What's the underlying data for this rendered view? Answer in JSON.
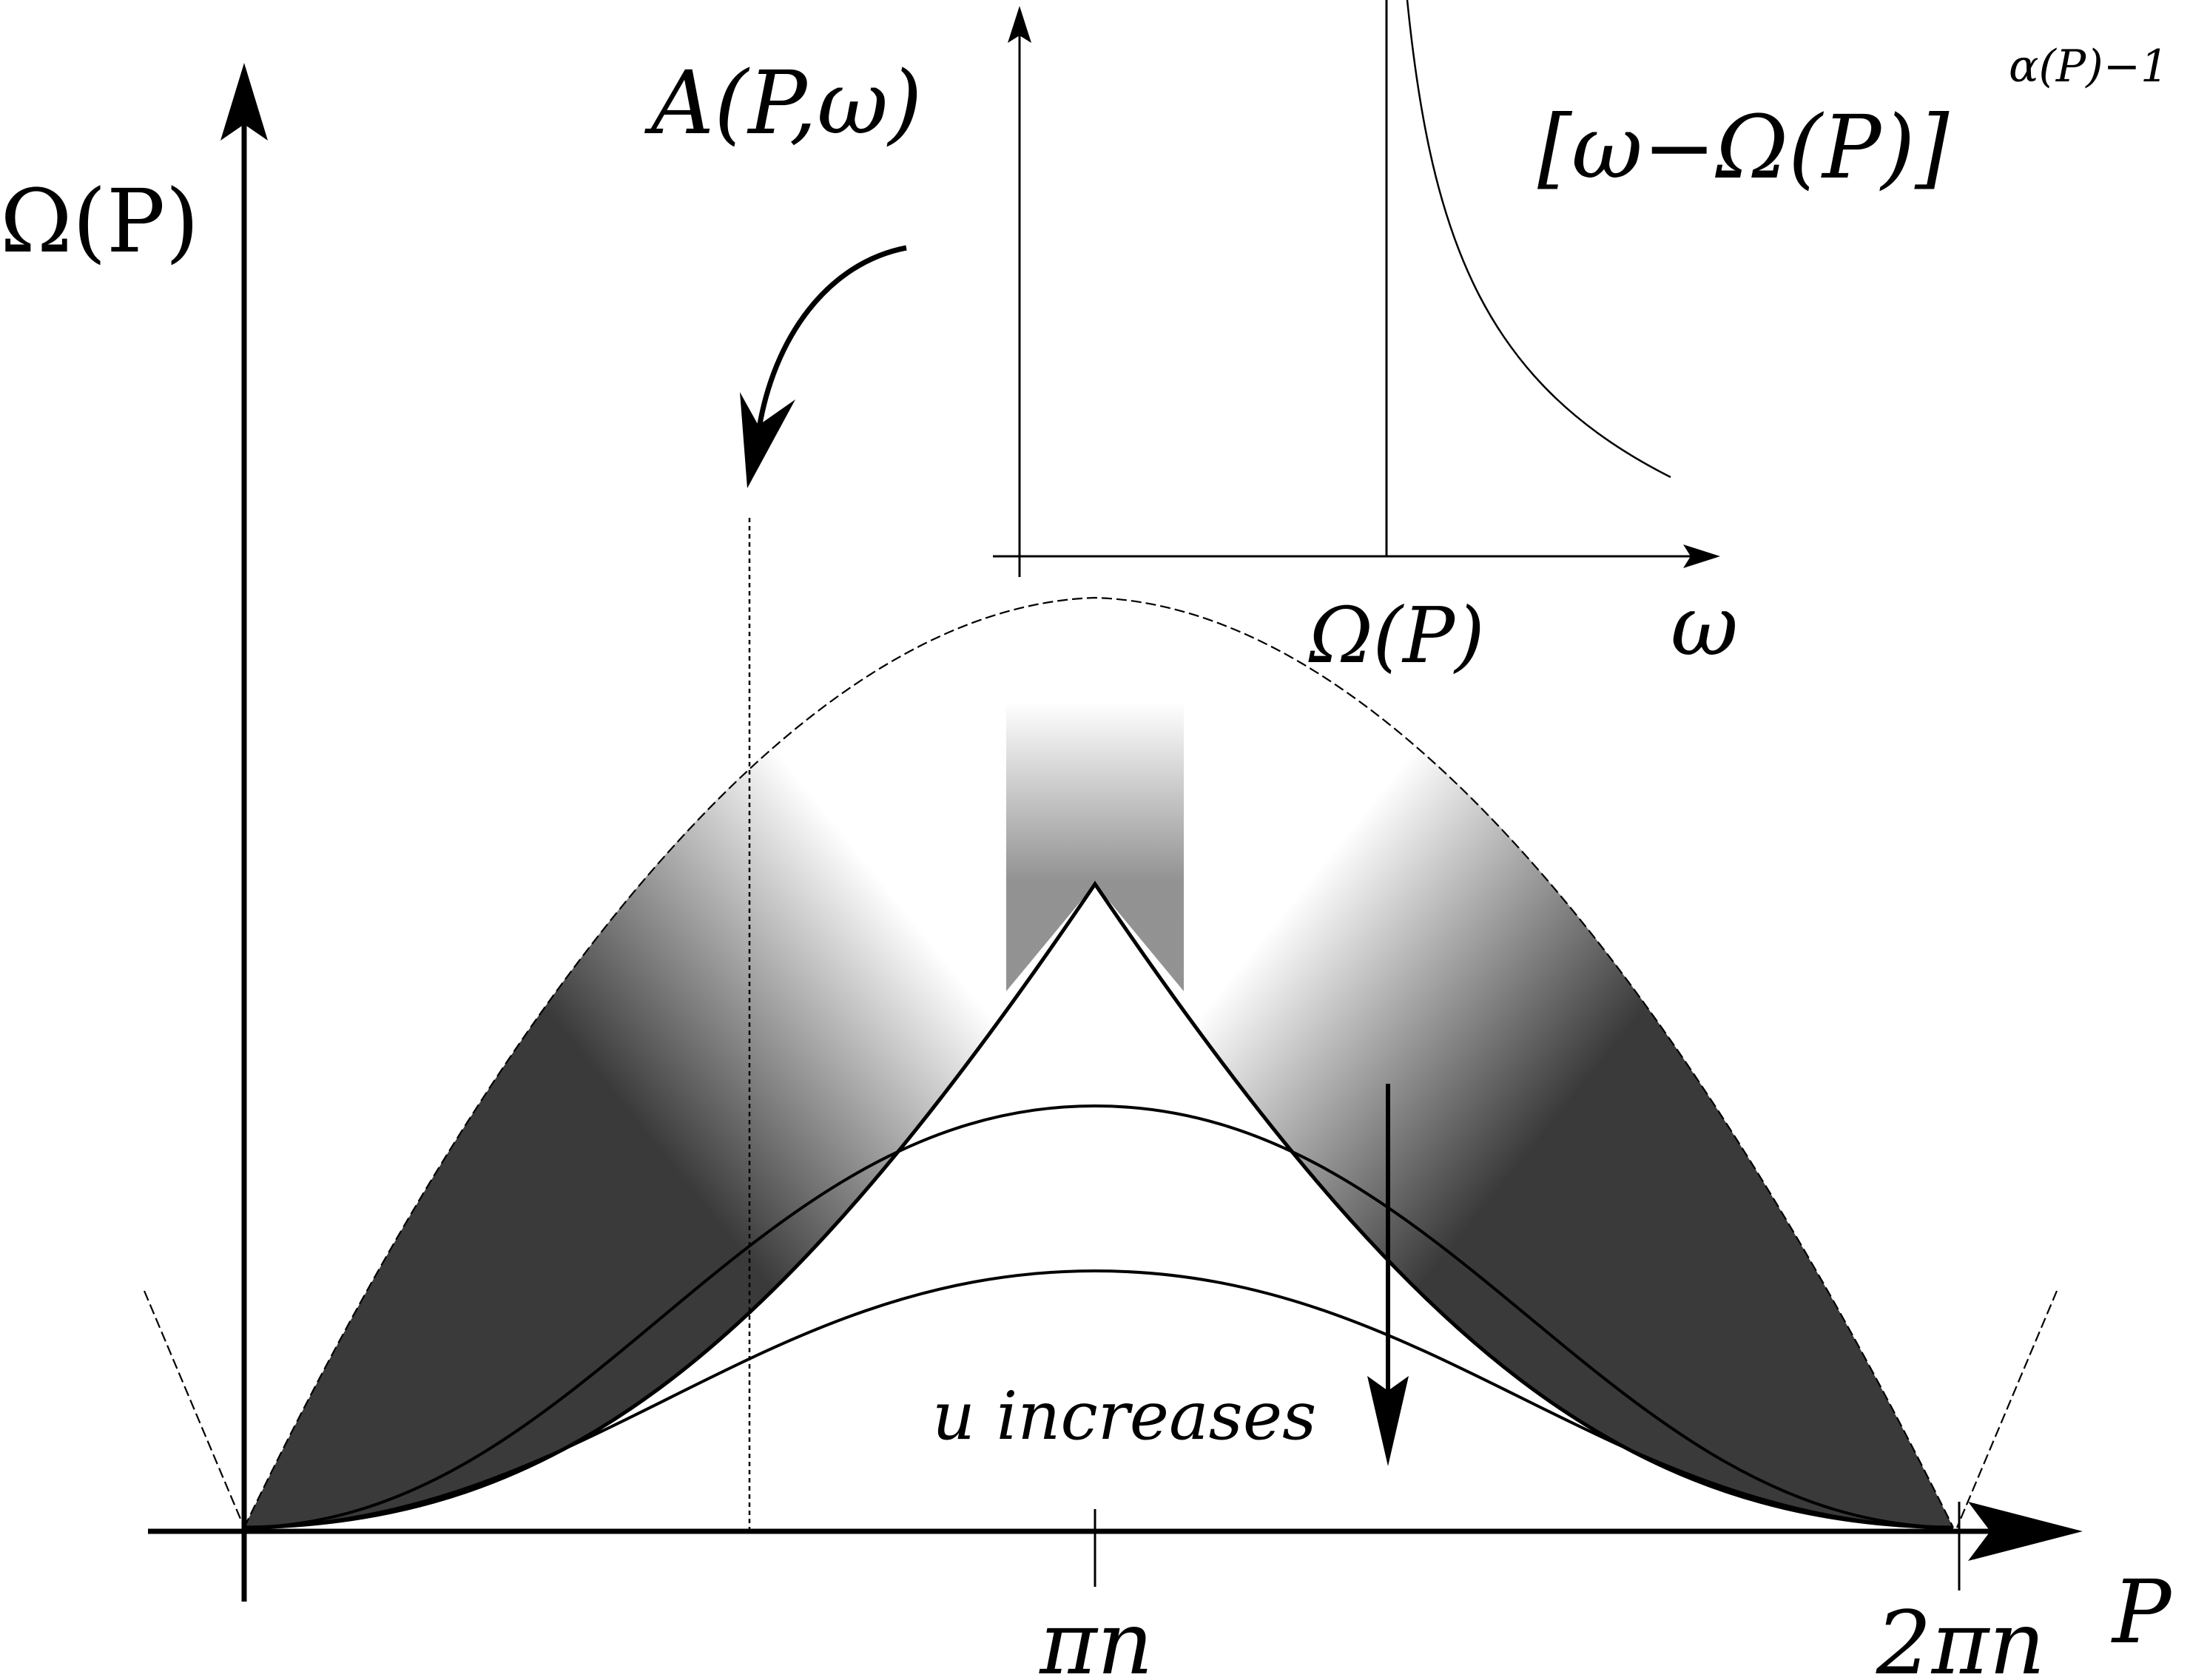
{
  "labels": {
    "omega_axis_label": "Ω(P)",
    "p_axis_label": "P",
    "tick_pi_n": "πn",
    "tick_2pi_n": "2πn",
    "spectral_function": "A(P,ω)",
    "u_increases": "u increases",
    "inset_omega_tick": "Ω(P)",
    "inset_omega_axis": "ω",
    "power_law_base": "[ω−Ω(P)]",
    "power_law_exponent": "α(P)−1"
  },
  "colors": {
    "ink": "#000000",
    "shade_dark": "#3a3a3a",
    "background": "#ffffff"
  }
}
